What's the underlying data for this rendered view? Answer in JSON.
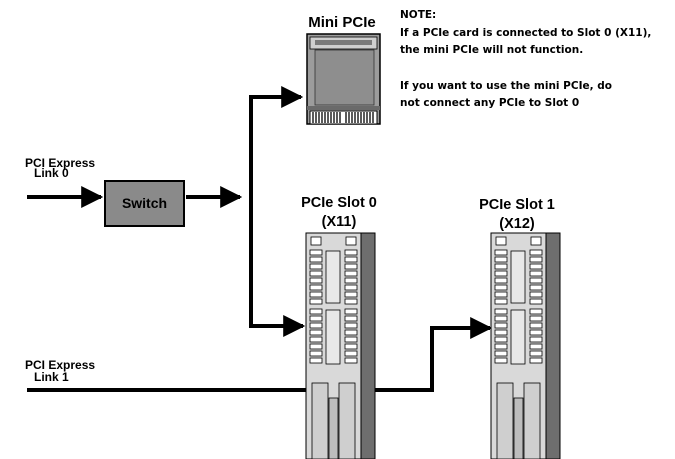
{
  "mini_pcie": {
    "title": "Mini PCIe"
  },
  "note": {
    "heading": "NOTE:",
    "lines": [
      "If a PCIe card is connected to Slot 0 (X11),",
      "the mini PCIe will not function.",
      "",
      "If you want to use the mini PCIe, do",
      "not connect any PCIe to Slot 0"
    ]
  },
  "link0": {
    "line1": "PCI Express",
    "line2": "Link 0"
  },
  "link1": {
    "line1": "PCI Express",
    "line2": "Link 1"
  },
  "switch": {
    "label": "Switch"
  },
  "slot0": {
    "name": "PCIe Slot 0",
    "connector": "(X11)"
  },
  "slot1": {
    "name": "PCIe Slot 1",
    "connector": "(X12)"
  },
  "colors": {
    "switch_fill": "#8a8a8a",
    "slot_light": "#d9d9d9",
    "slot_dark": "#6e6e6e",
    "mini_body": "#9c9c9c"
  }
}
